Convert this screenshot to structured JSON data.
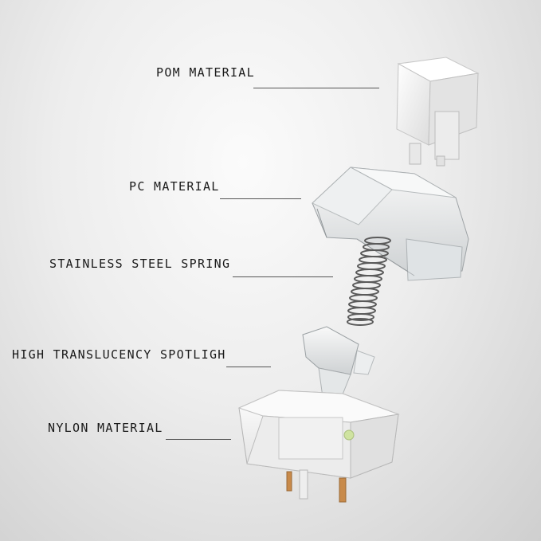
{
  "labels": {
    "pom": "POM MATERIAL",
    "pc": "PC MATERIAL",
    "spring": "STAINLESS STEEL SPRING",
    "spotlight": "HIGH TRANSLUCENCY SPOTLIGH",
    "nylon": "NYLON MATERIAL"
  },
  "colors": {
    "background": "#ececec",
    "stem": "#f4f4f4",
    "clear_plastic": "#e6e9ea",
    "spring_metal": "#5a5a5a",
    "housing": "#f6f6f6",
    "copper_pin": "#c88a4a",
    "led_green": "#cfe3a0"
  }
}
